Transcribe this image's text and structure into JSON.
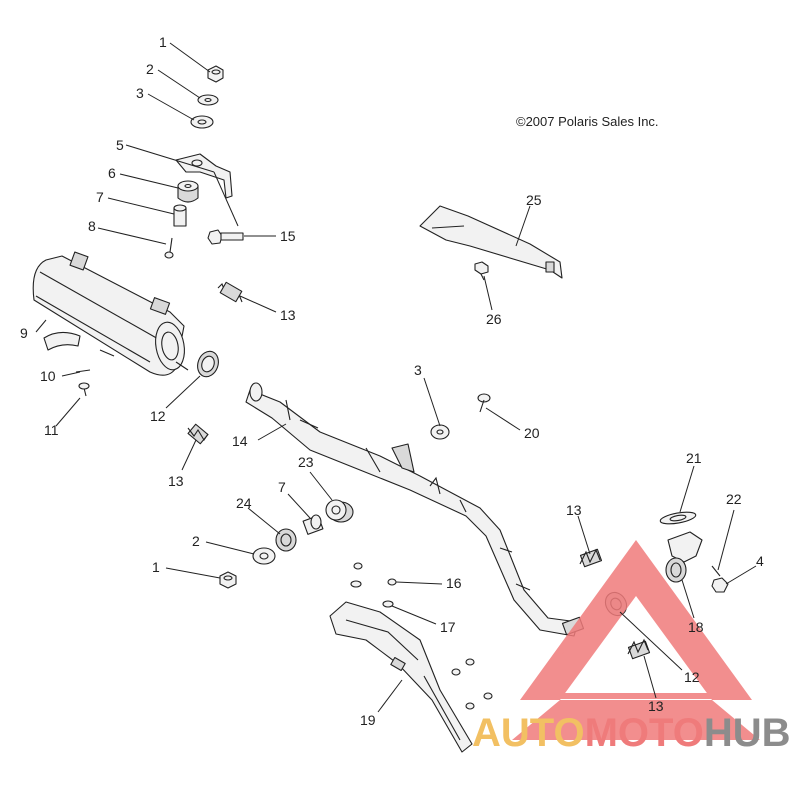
{
  "diagram": {
    "copyright": "©2007 Polaris Sales Inc.",
    "callouts": [
      "1",
      "2",
      "3",
      "5",
      "6",
      "7",
      "8",
      "15",
      "13",
      "9",
      "10",
      "11",
      "12",
      "13",
      "25",
      "26",
      "3",
      "20",
      "14",
      "23",
      "24",
      "7",
      "2",
      "1",
      "16",
      "17",
      "19",
      "13",
      "21",
      "22",
      "4",
      "18",
      "12",
      "13"
    ]
  },
  "watermark": {
    "part1": "AUTO",
    "part2": "MOTO",
    "part3": "HUB",
    "colors": {
      "auto": "#f0c060",
      "moto": "#ee7a7a",
      "hub": "#8a8a8a",
      "triangle": "#f08080"
    }
  }
}
